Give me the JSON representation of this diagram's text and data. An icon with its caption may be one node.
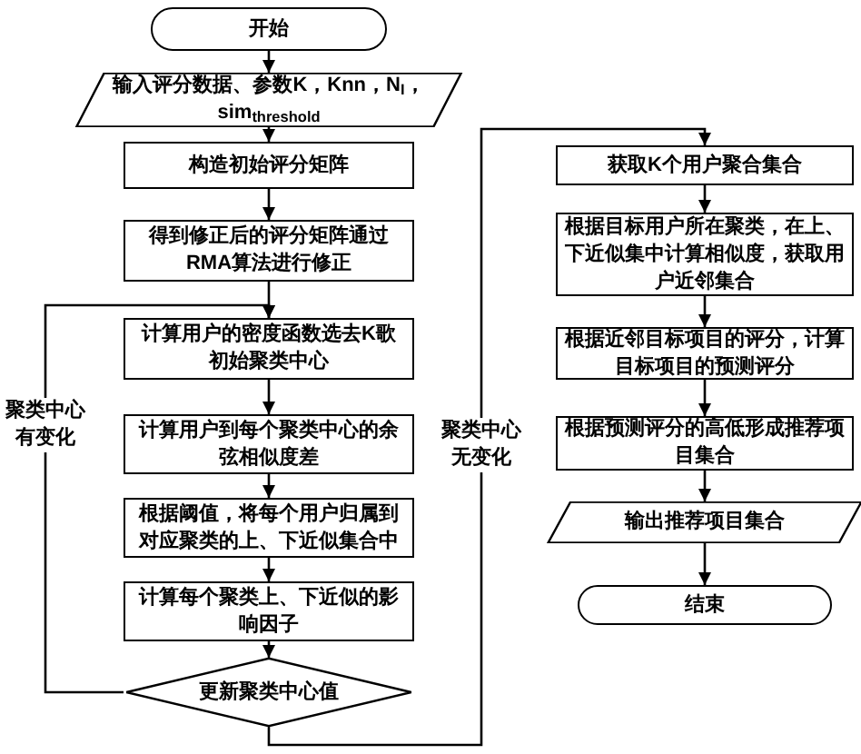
{
  "diagram": {
    "nodes": [
      {
        "text": [
          "开始"
        ]
      },
      {
        "text": [
          "输入评分数据、参数K，Knn，N$_{I}$，sim$_{threshold}$"
        ]
      },
      {
        "text": [
          "构造初始评分矩阵"
        ]
      },
      {
        "text": [
          "得到修正后的评分矩阵通过RMA算法进行修正"
        ]
      },
      {
        "text": [
          "计算用户的密度函数选去K歌初始聚类中心"
        ]
      },
      {
        "text": [
          "计算用户到每个聚类中心的余弦相似度差"
        ]
      },
      {
        "text": [
          "根据阈值，将每个用户归属到对应聚类的上、下近似集合中"
        ]
      },
      {
        "text": [
          "计算每个聚类上、下近似的影响因子"
        ]
      },
      {
        "text": [
          "更新聚类中心值"
        ]
      },
      {
        "text": [
          "获取K个用户聚合集合"
        ]
      },
      {
        "text": [
          "根据目标用户所在聚类，在上、下近似集中计算相似度，获取用户近邻集合"
        ]
      },
      {
        "text": [
          "根据近邻目标项目的评分，计算目标项目的预测评分"
        ]
      },
      {
        "text": [
          "根据预测评分的高低形成推荐项目集合"
        ]
      },
      {
        "text": [
          "输出推荐项目集合"
        ]
      },
      {
        "text": [
          "结束"
        ]
      }
    ],
    "edges": [
      {
        "from": 0,
        "to": 1,
        "arrow": "to"
      },
      {
        "from": 1,
        "to": 2,
        "arrow": "to"
      },
      {
        "from": 2,
        "to": 3,
        "arrow": "to"
      },
      {
        "from": 3,
        "to": 4,
        "arrow": "to"
      },
      {
        "from": 4,
        "to": 5,
        "arrow": "to"
      },
      {
        "from": 5,
        "to": 6,
        "arrow": "to"
      },
      {
        "from": 6,
        "to": 7,
        "arrow": "to"
      },
      {
        "from": 7,
        "to": 8,
        "arrow": "to"
      },
      {
        "from": 8,
        "to": 4,
        "arrow": "to",
        "label": "聚类中心有变化"
      },
      {
        "from": 8,
        "to": 9,
        "arrow": "to",
        "label": "聚类中心无变化"
      },
      {
        "from": 9,
        "to": 10,
        "arrow": "to"
      },
      {
        "from": 10,
        "to": 11,
        "arrow": "to"
      },
      {
        "from": 11,
        "to": 12,
        "arrow": "to"
      },
      {
        "from": 12,
        "to": 13,
        "arrow": "to"
      },
      {
        "from": 13,
        "to": 14,
        "arrow": "to"
      }
    ]
  }
}
